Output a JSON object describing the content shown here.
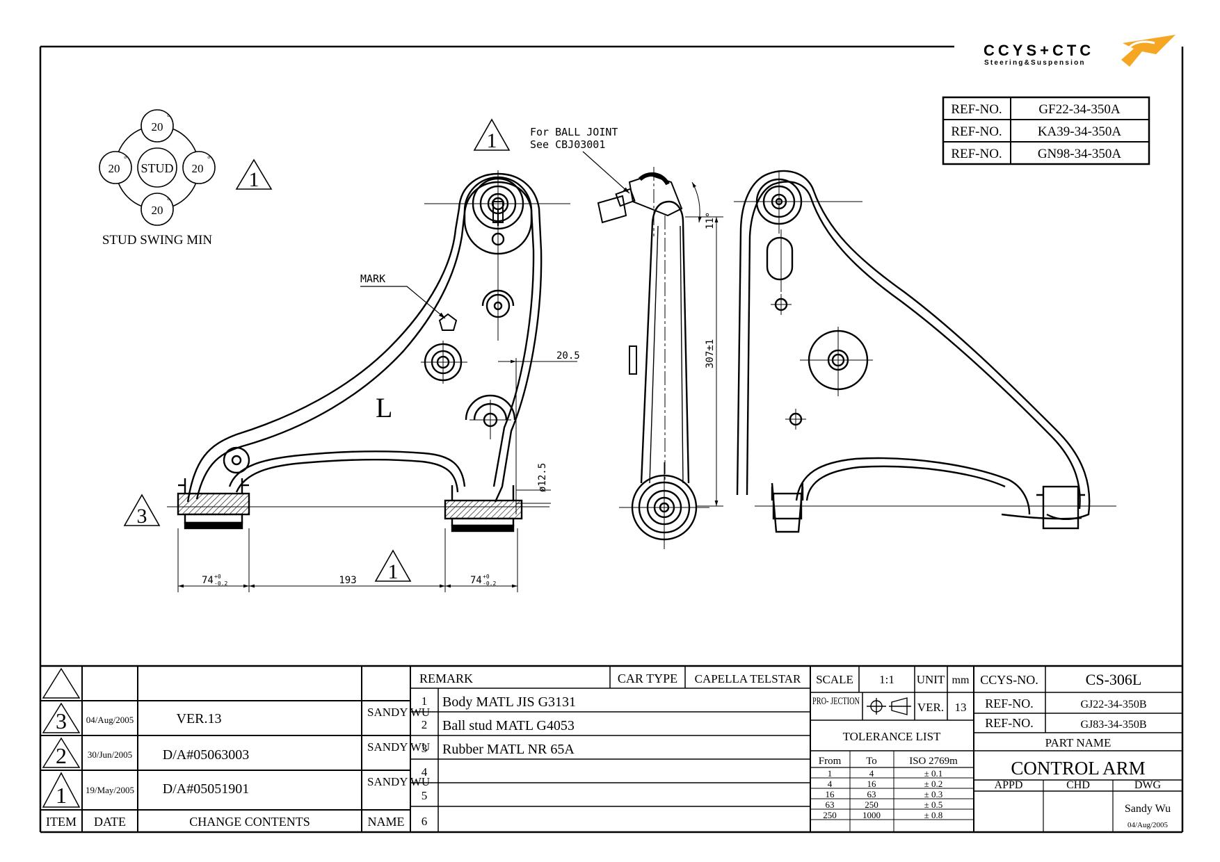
{
  "logo": {
    "brand": "CCYS+CTC",
    "tagline": "Steering&Suspension",
    "accent_color": "#f5a623",
    "text_color": "#666666"
  },
  "ref_table_top": [
    {
      "label": "REF-NO.",
      "value": "GF22-34-350A"
    },
    {
      "label": "REF-NO.",
      "value": "KA39-34-350A"
    },
    {
      "label": "REF-NO.",
      "value": "GN98-34-350A"
    }
  ],
  "stud_swing": {
    "angles": [
      "20",
      "20",
      "20",
      "20"
    ],
    "degree_mark": "°",
    "center": "STUD",
    "caption": "STUD SWING MIN"
  },
  "revision_marks": [
    "1",
    "1",
    "1",
    "3"
  ],
  "annotations": {
    "ball_joint_line1": "For BALL JOINT",
    "ball_joint_line2": "See CBJ03001",
    "mark": "MARK",
    "side_letter": "L",
    "dim_20_5": "20.5",
    "dim_dia_12_5": "ø12.5",
    "dim_307": "307±1",
    "dim_11": "11°",
    "dim_74_left": "74",
    "dim_74_right": "74",
    "dim_tol_upper": "+0",
    "dim_tol_lower": "-0.2",
    "dim_193": "193"
  },
  "revisions": {
    "header": {
      "item": "ITEM",
      "date": "DATE",
      "change": "CHANGE CONTENTS",
      "name": "NAME"
    },
    "rows": [
      {
        "item": "3",
        "date": "04/Aug/2005",
        "change": "VER.13",
        "name": "SANDY WU"
      },
      {
        "item": "2",
        "date": "30/Jun/2005",
        "change": "D/A#05063003",
        "name": "SANDY WU"
      },
      {
        "item": "1",
        "date": "19/May/2005",
        "change": "D/A#05051901",
        "name": "SANDY WU"
      }
    ]
  },
  "remarks": {
    "header": "REMARK",
    "car_type_label": "CAR TYPE",
    "car_type_value": "CAPELLA TELSTAR",
    "items": [
      {
        "no": "1",
        "text": "Body MATL JIS G3131"
      },
      {
        "no": "2",
        "text": "Ball stud MATL G4053"
      },
      {
        "no": "3",
        "text": "Rubber MATL NR 65A"
      },
      {
        "no": "4",
        "text": ""
      },
      {
        "no": "5",
        "text": ""
      },
      {
        "no": "6",
        "text": ""
      }
    ]
  },
  "spec": {
    "scale_label": "SCALE",
    "scale_value": "1:1",
    "unit_label": "UNIT",
    "unit_value": "mm",
    "projection_label": "PRO- JECTION",
    "ver_label": "VER.",
    "ver_value": "13",
    "tolerance_title": "TOLERANCE LIST",
    "tolerance_headers": [
      "From",
      "To",
      "ISO 2769m"
    ],
    "tolerance_rows": [
      [
        "1",
        "4",
        "± 0.1"
      ],
      [
        "4",
        "16",
        "± 0.2"
      ],
      [
        "16",
        "63",
        "± 0.3"
      ],
      [
        "63",
        "250",
        "± 0.5"
      ],
      [
        "250",
        "1000",
        "± 0.8"
      ]
    ]
  },
  "title_block": {
    "ccys_label": "CCYS-NO.",
    "ccys_value": "CS-306L",
    "ref1_label": "REF-NO.",
    "ref1_value": "GJ22-34-350B",
    "ref2_label": "REF-NO.",
    "ref2_value": "GJ83-34-350B",
    "part_name_label": "PART NAME",
    "part_name_value": "CONTROL ARM",
    "appd": "APPD",
    "chd": "CHD",
    "dwg": "DWG",
    "drawn_by": "Sandy Wu",
    "drawn_date": "04/Aug/2005"
  }
}
